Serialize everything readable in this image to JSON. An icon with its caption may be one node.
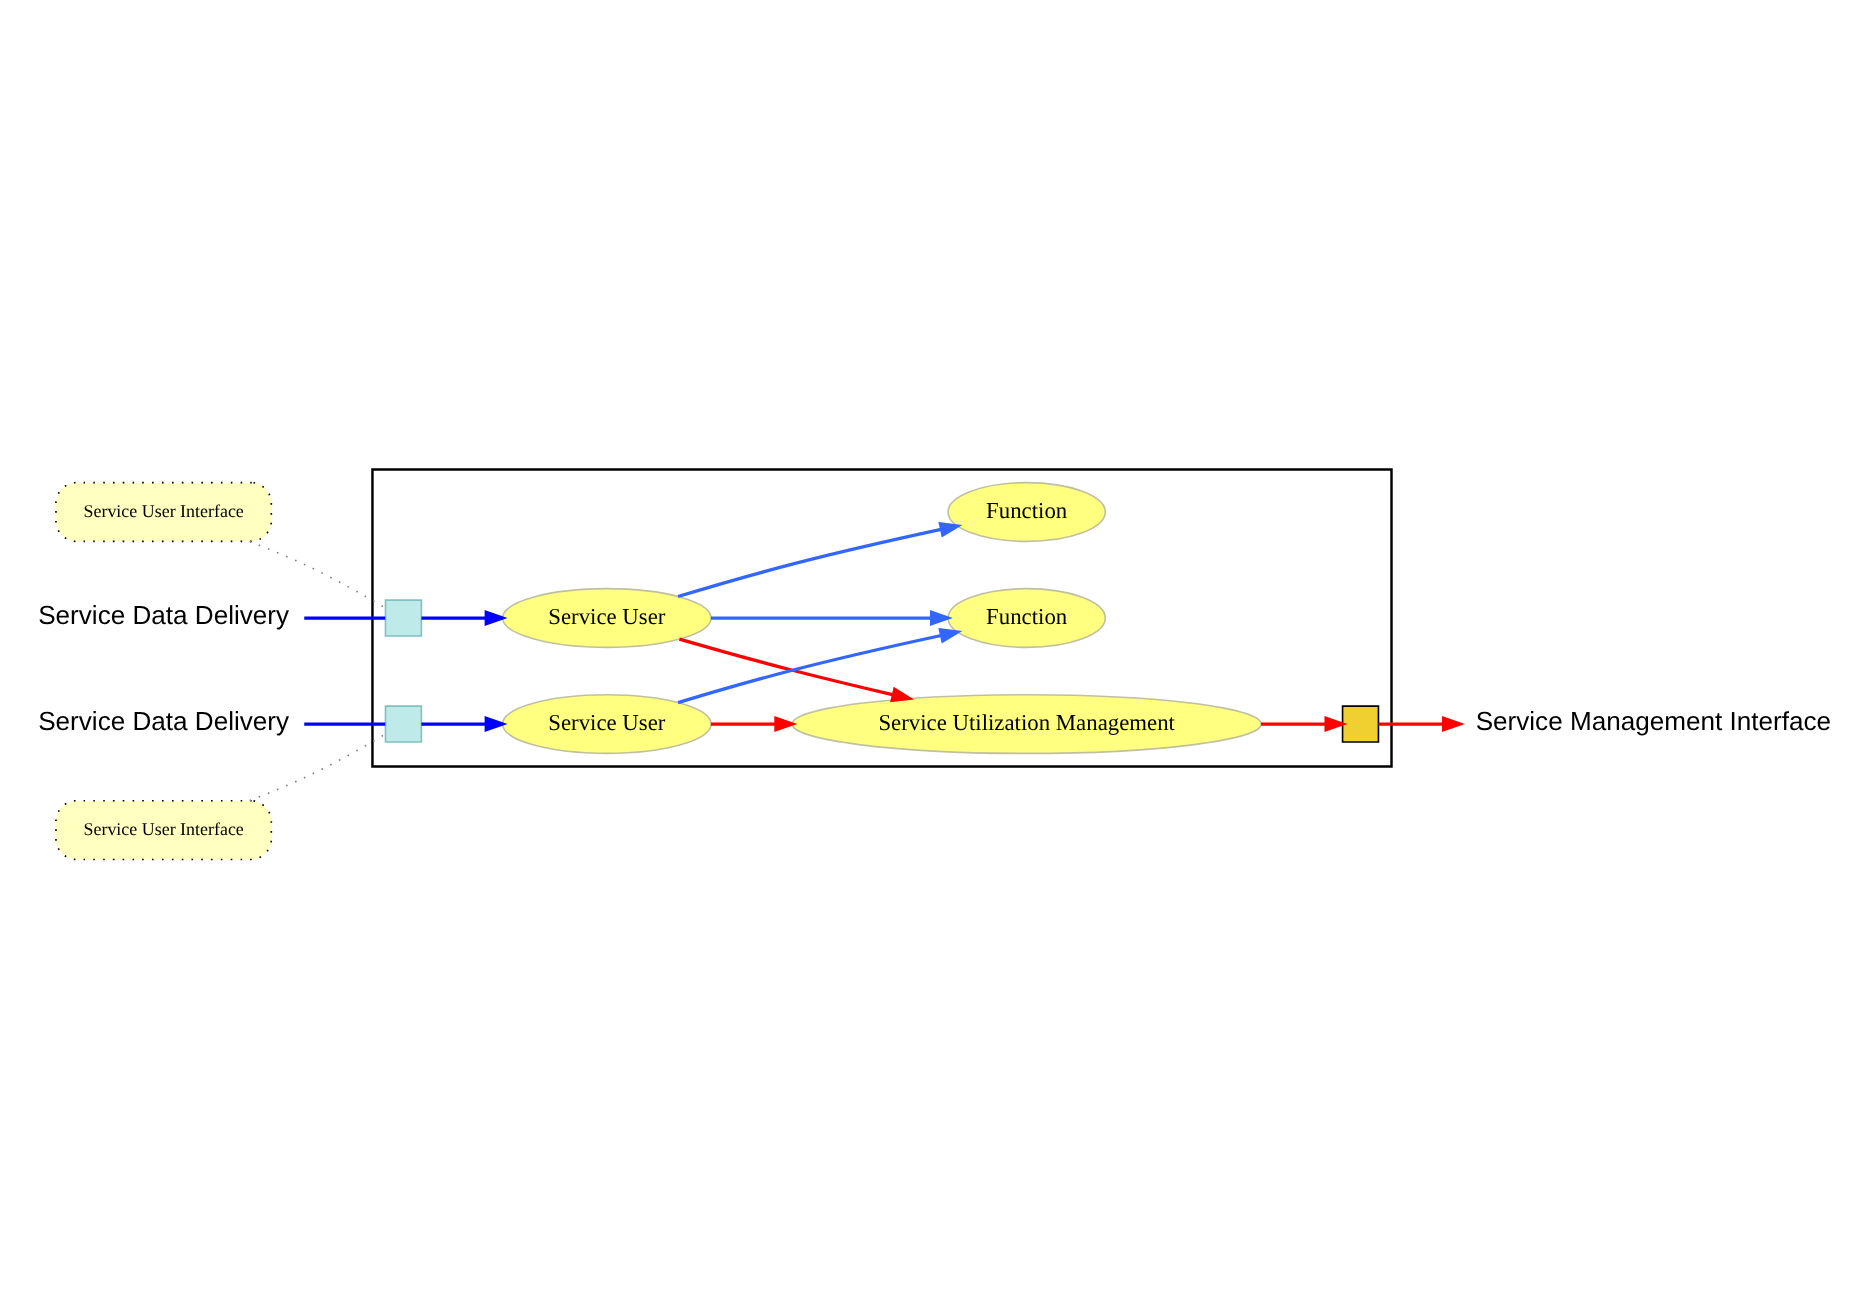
{
  "diagram": {
    "nodes": [
      {
        "text": [],
        "shape": "box"
      },
      {
        "text": [
          "Service Management Interface"
        ]
      },
      {
        "text": [],
        "shape": "box",
        "in": 0
      },
      {
        "text": [
          "Service Utilization Management"
        ],
        "in": 0
      },
      {
        "text": [
          "Service User Interface"
        ]
      },
      {
        "text": [
          "Service Data Delivery"
        ]
      },
      {
        "text": [],
        "shape": "box",
        "in": 0
      },
      {
        "text": [
          "Service User"
        ],
        "in": 0
      },
      {
        "text": [
          "Function"
        ],
        "in": 0
      },
      {
        "text": [
          "Service Data Delivery"
        ]
      },
      {
        "text": [],
        "shape": "box",
        "in": 0
      },
      {
        "text": [
          "Service User"
        ],
        "in": 0
      },
      {
        "text": [
          "Function"
        ],
        "in": 0
      },
      {
        "text": [
          "Service User Interface"
        ]
      }
    ],
    "edges": [
      {
        "from": 3,
        "to": 2,
        "arrow": "to",
        "color": "#ff0000"
      },
      {
        "from": 2,
        "to": 1,
        "arrow": "to",
        "color": "#ff0000"
      },
      {
        "from": 7,
        "to": 3,
        "arrow": "to",
        "color": "#ff0000"
      },
      {
        "from": 11,
        "to": 3,
        "arrow": "to",
        "color": "#ff0000"
      },
      {
        "from": 4,
        "to": 6,
        "arrow": "none",
        "style": "dashed",
        "color": "#808080"
      },
      {
        "from": 5,
        "to": 6,
        "arrow": "none",
        "color": "#0000ff"
      },
      {
        "from": 6,
        "to": 7,
        "arrow": "to",
        "color": "#0000ff"
      },
      {
        "from": 7,
        "to": 8,
        "arrow": "to",
        "color": "#3366ff"
      },
      {
        "from": 7,
        "to": 12,
        "arrow": "to",
        "color": "#3366ff"
      },
      {
        "from": 9,
        "to": 10,
        "arrow": "none",
        "color": "#0000ff"
      },
      {
        "from": 10,
        "to": 11,
        "arrow": "to",
        "color": "#0000ff"
      },
      {
        "from": 11,
        "to": 12,
        "arrow": "to",
        "color": "#3366ff"
      },
      {
        "from": 13,
        "to": 10,
        "arrow": "none",
        "style": "dashed",
        "color": "#808080"
      }
    ]
  }
}
